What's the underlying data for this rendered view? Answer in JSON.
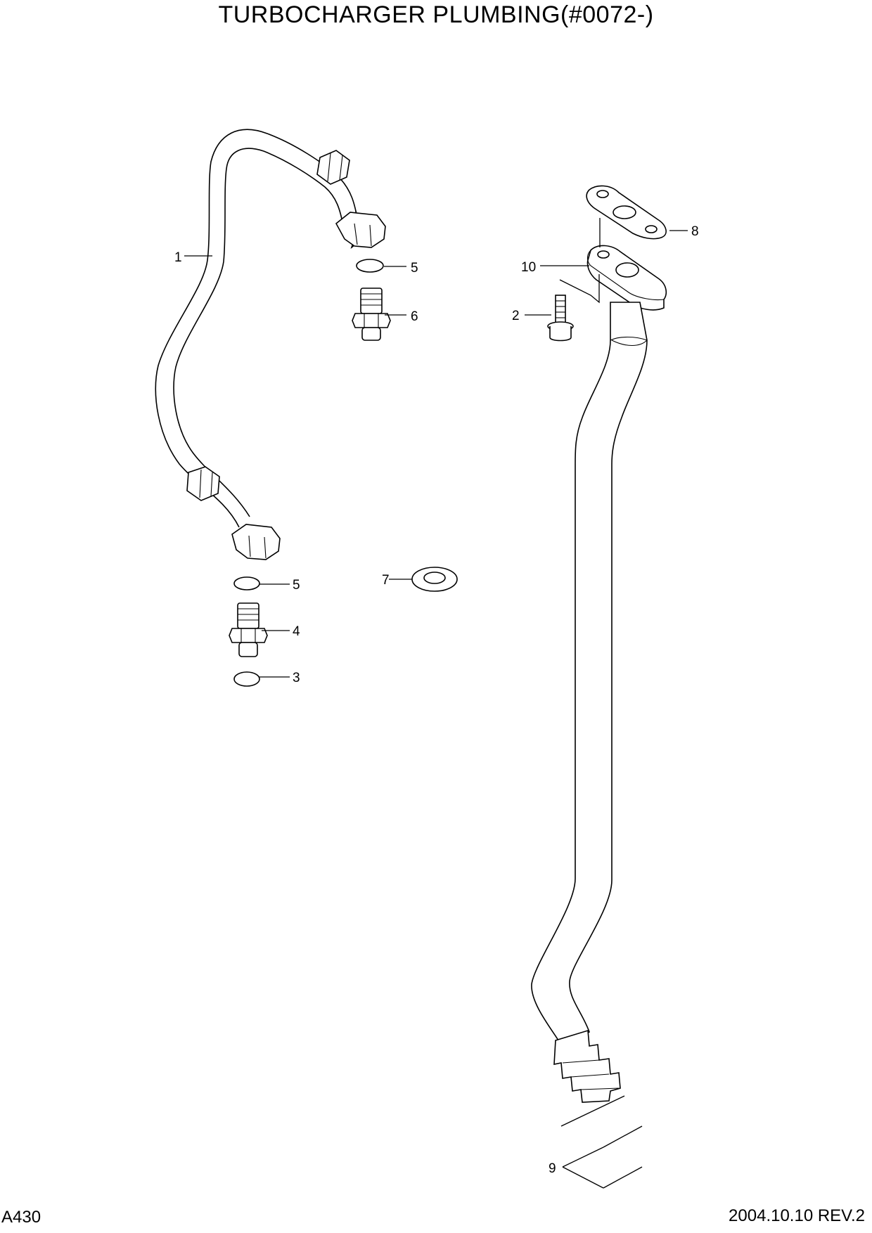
{
  "title": "TURBOCHARGER PLUMBING(#0072-)",
  "page_code": "A430",
  "revision": "2004.10.10  REV.2",
  "callouts": [
    "1",
    "5",
    "6",
    "10",
    "8",
    "2",
    "7",
    "5",
    "4",
    "3",
    "9"
  ]
}
